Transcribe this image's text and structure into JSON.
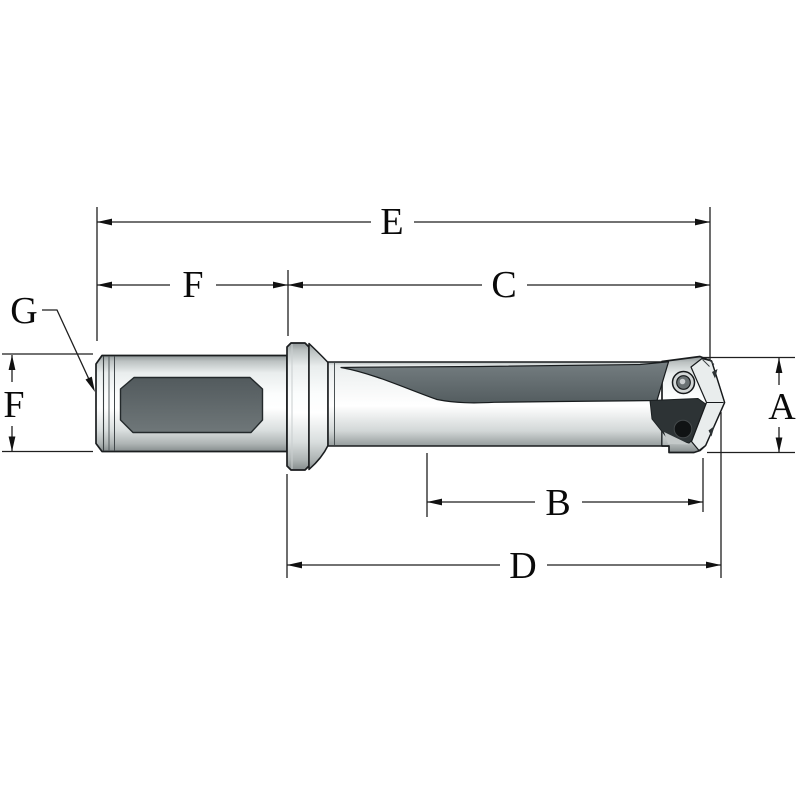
{
  "figure": {
    "type": "technical-drawing",
    "subject": "spade drill holder side view with dimension callouts",
    "background_color": "#ffffff",
    "line_color": "#1c1c1c",
    "metal_highlight_color": "#ffffff",
    "metal_shadow_color": "#8f9697",
    "flute_color": "#5d676b",
    "pocket_color": "#2d3335",
    "flat_color": "#5a6265"
  },
  "dimensions": {
    "e": "E",
    "f_top": "F",
    "c": "C",
    "g": "G",
    "f_left": "F",
    "a": "A",
    "b": "B",
    "d": "D"
  }
}
